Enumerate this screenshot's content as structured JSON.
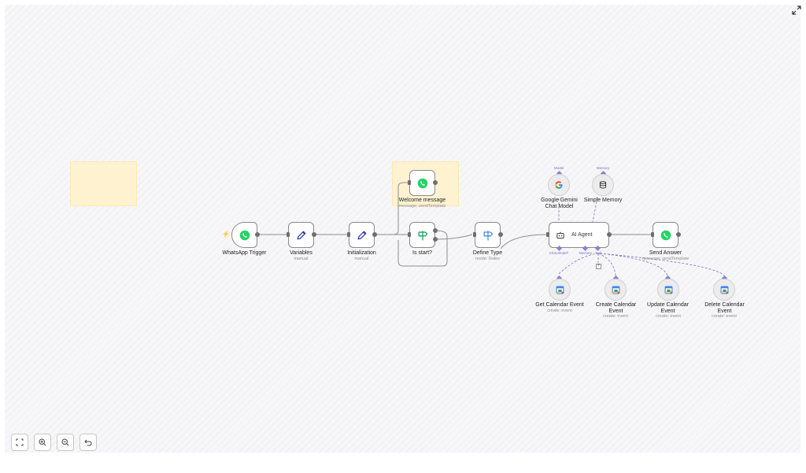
{
  "nodes": {
    "whatsapp_trigger": {
      "name": "WhatsApp Trigger",
      "icon": "whatsapp-icon"
    },
    "variables": {
      "name": "Variables",
      "subtitle": "manual",
      "icon": "pencil-icon"
    },
    "initialization": {
      "name": "Initialization",
      "subtitle": "manual",
      "icon": "pencil-icon"
    },
    "welcome_message": {
      "name": "Welcome message",
      "subtitle": "message: sendTemplate",
      "icon": "whatsapp-icon"
    },
    "is_start": {
      "name": "Is start?",
      "icon": "if-signpost-icon"
    },
    "define_type": {
      "name": "Define Type",
      "subtitle": "mode: Rules",
      "icon": "switch-signpost-icon"
    },
    "ai_agent": {
      "name": "AI Agent",
      "icon": "robot-icon"
    },
    "gemini": {
      "name": "Google Gemini Chat Model",
      "icon": "google-icon"
    },
    "simple_memory": {
      "name": "Simple Memory",
      "icon": "database-icon"
    },
    "send_answer": {
      "name": "Send Answer",
      "subtitle": "message: sendTemplate",
      "icon": "whatsapp-icon"
    },
    "get_event": {
      "name": "Get Calendar Event",
      "subtitle": "create: event",
      "icon": "google-calendar-icon"
    },
    "create_event": {
      "name": "Create Calendar Event",
      "subtitle": "create: event",
      "icon": "google-calendar-icon"
    },
    "update_event": {
      "name": "Update Calendar Event",
      "subtitle": "create: event",
      "icon": "google-calendar-icon"
    },
    "delete_event": {
      "name": "Delete Calendar Event",
      "subtitle": "create: event",
      "icon": "google-calendar-icon"
    }
  },
  "connection_labels": {
    "model_top": "Model",
    "memory_top": "Memory",
    "chat_model": "Chat Model*",
    "memory": "Memory",
    "tool": "Tool"
  },
  "controls": [
    "fit-view-icon",
    "zoom-in-icon",
    "zoom-out-icon",
    "reset-icon"
  ],
  "colors": {
    "whatsapp": "#25D366",
    "pencil": "#3a3ab8",
    "if": "#1a9d5a",
    "switch": "#4a8fd6",
    "ai_connector": "#7a72c0",
    "sticky": "#fff2d1"
  }
}
